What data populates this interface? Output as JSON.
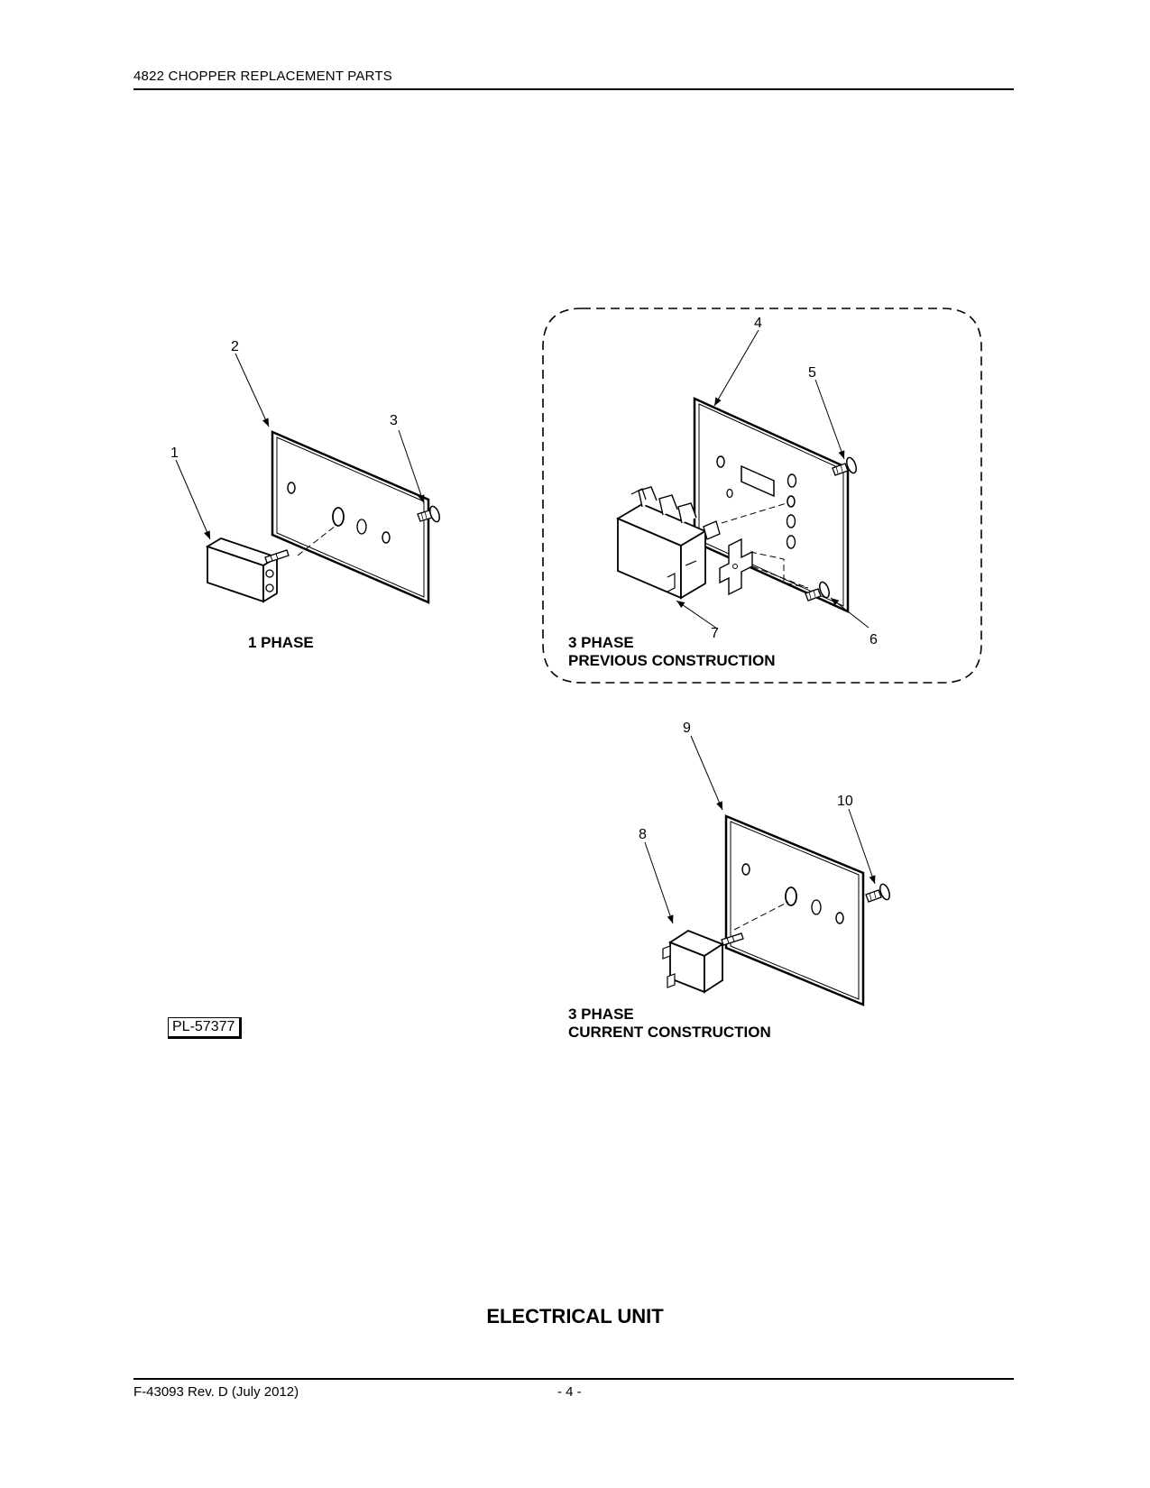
{
  "header": {
    "title": "4822 CHOPPER REPLACEMENT PARTS"
  },
  "footer": {
    "doc_id": "F-43093 Rev. D (July 2012)",
    "page": "- 4 -"
  },
  "page_title": "ELECTRICAL UNIT",
  "plate_id": "PL-57377",
  "figures": {
    "one_phase": {
      "caption": "1 PHASE"
    },
    "three_phase_previous": {
      "caption_line1": "3 PHASE",
      "caption_line2": "PREVIOUS CONSTRUCTION"
    },
    "three_phase_current": {
      "caption_line1": "3 PHASE",
      "caption_line2": "CURRENT CONSTRUCTION"
    }
  },
  "callouts": {
    "c1": "1",
    "c2": "2",
    "c3": "3",
    "c4": "4",
    "c5": "5",
    "c6": "6",
    "c7": "7",
    "c8": "8",
    "c9": "9",
    "c10": "10"
  }
}
